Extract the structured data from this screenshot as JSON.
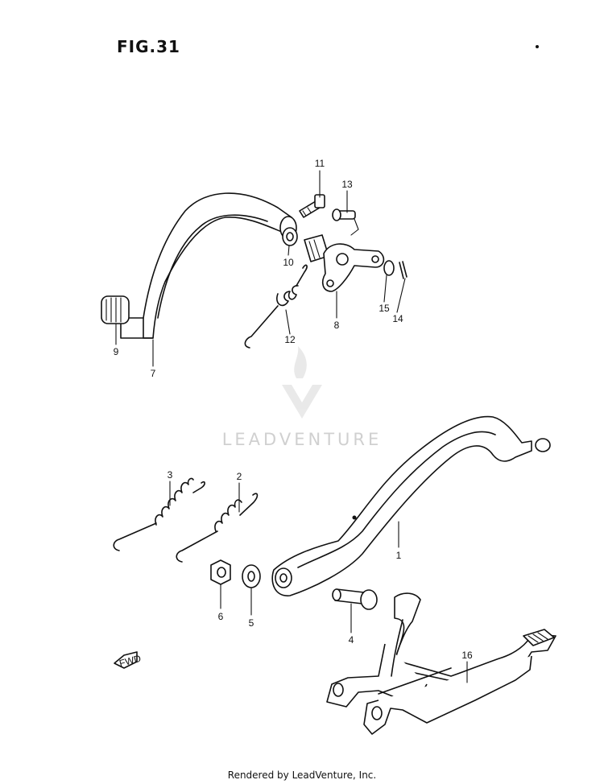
{
  "figure": {
    "title": "FIG.31"
  },
  "watermark": {
    "brand": "LEADVENTURE"
  },
  "footer": {
    "text": "Rendered by LeadVenture, Inc."
  },
  "callouts": [
    "1",
    "2",
    "3",
    "4",
    "5",
    "6",
    "7",
    "8",
    "9",
    "10",
    "11",
    "12",
    "13",
    "14",
    "15",
    "16"
  ],
  "direction_marker": {
    "text": "FWD"
  }
}
